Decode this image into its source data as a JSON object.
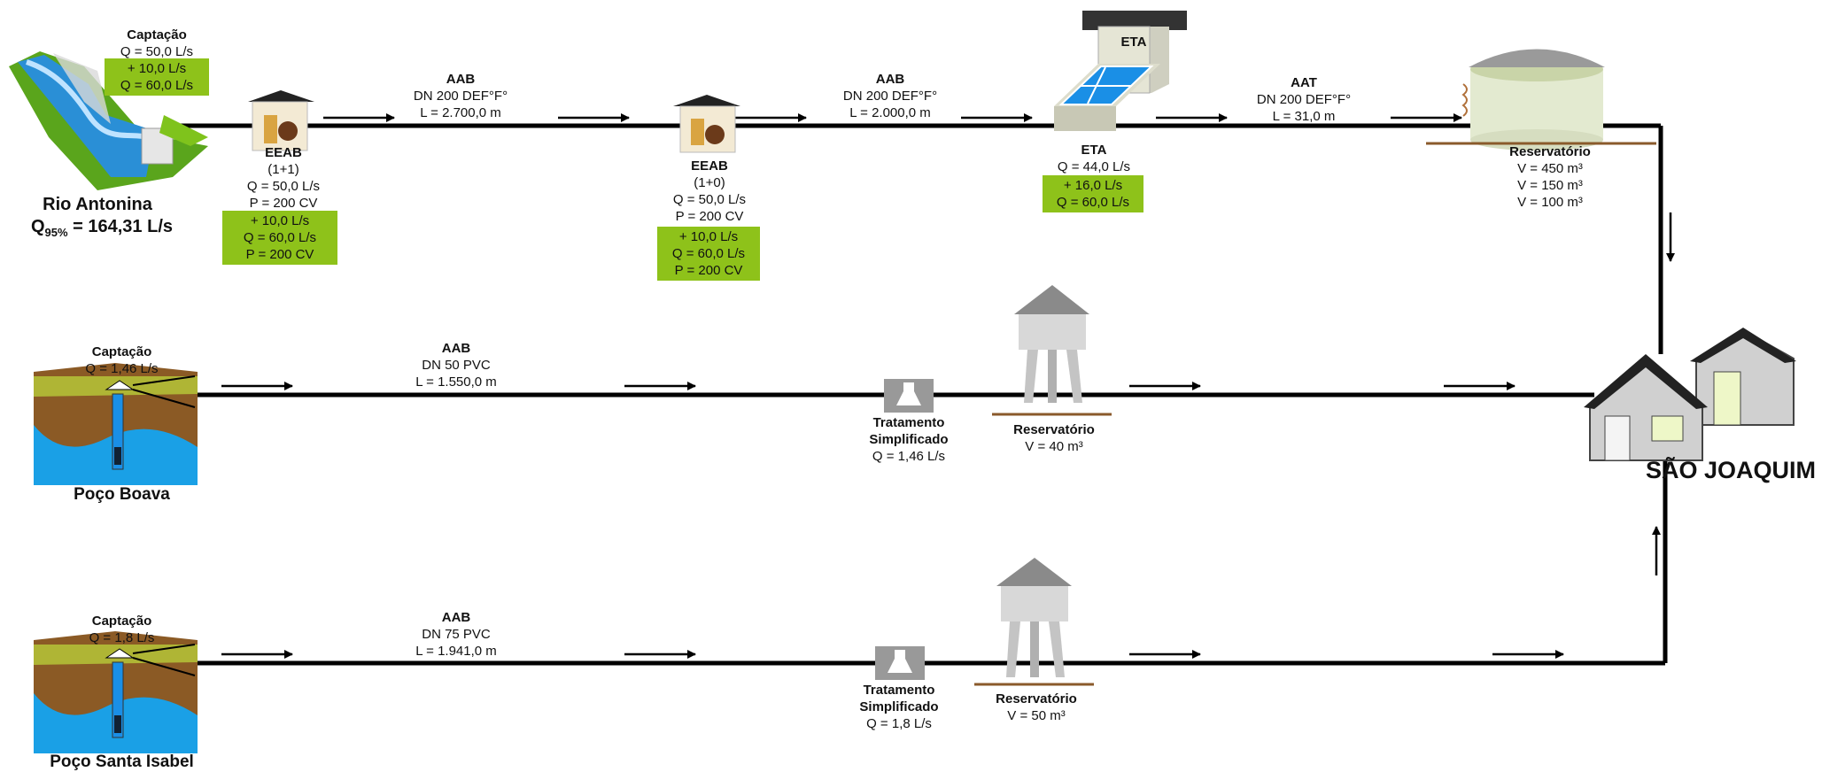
{
  "row1": {
    "source_name": "Rio Antonina",
    "source_flow_prefix": "Q",
    "source_flow_sub": "95%",
    "source_flow_value": "= 164,31 L/s",
    "captacao": {
      "title": "Captação",
      "q": "Q = 50,0 L/s",
      "extra": [
        "+ 10,0 L/s",
        "Q = 60,0 L/s"
      ]
    },
    "eeab1": {
      "title": "EEAB",
      "config": "(1+1)",
      "q": "Q = 50,0 L/s",
      "p": "P = 200 CV",
      "extra": [
        "+ 10,0 L/s",
        "Q = 60,0 L/s",
        "P = 200 CV"
      ]
    },
    "aab1": {
      "title": "AAB",
      "dn": "DN 200  DEF°F°",
      "l": "L = 2.700,0 m"
    },
    "eeab2": {
      "title": "EEAB",
      "config": "(1+0)",
      "q": "Q = 50,0 L/s",
      "p": "P = 200 CV",
      "extra": [
        "+ 10,0 L/s",
        "Q = 60,0 L/s",
        "P = 200 CV"
      ]
    },
    "aab2": {
      "title": "AAB",
      "dn": "DN 200  DEF°F°",
      "l": "L = 2.000,0 m"
    },
    "eta": {
      "sign": "ETA",
      "title": "ETA",
      "q": "Q = 44,0 L/s",
      "extra": [
        "+ 16,0 L/s",
        "Q = 60,0 L/s"
      ]
    },
    "aat": {
      "title": "AAT",
      "dn": "DN 200 DEF°F°",
      "l": "L = 31,0 m"
    },
    "reservatorio": {
      "title": "Reservatório",
      "volumes": [
        "V = 450 m³",
        "V = 150 m³",
        "V = 100 m³"
      ]
    }
  },
  "row2": {
    "source_name": "Poço Boava",
    "captacao": {
      "title": "Captação",
      "q": "Q = 1,46 L/s"
    },
    "aab": {
      "title": "AAB",
      "dn": "DN 50  PVC",
      "l": "L = 1.550,0 m"
    },
    "tratamento": {
      "title1": "Tratamento",
      "title2": "Simplificado",
      "q": "Q = 1,46 L/s"
    },
    "reservatorio": {
      "title": "Reservatório",
      "v": "V = 40 m³"
    }
  },
  "row3": {
    "source_name": "Poço Santa Isabel",
    "captacao": {
      "title": "Captação",
      "q": "Q = 1,8 L/s"
    },
    "aab": {
      "title": "AAB",
      "dn": "DN 75  PVC",
      "l": "L = 1.941,0 m"
    },
    "tratamento": {
      "title1": "Tratamento",
      "title2": "Simplificado",
      "q": "Q = 1,8 L/s"
    },
    "reservatorio": {
      "title": "Reservatório",
      "v": "V = 50 m³"
    }
  },
  "destination": "SÃO JOAQUIM",
  "colors": {
    "highlight": "#8ec21a",
    "line": "#000000",
    "water": "#1a8fd6"
  }
}
